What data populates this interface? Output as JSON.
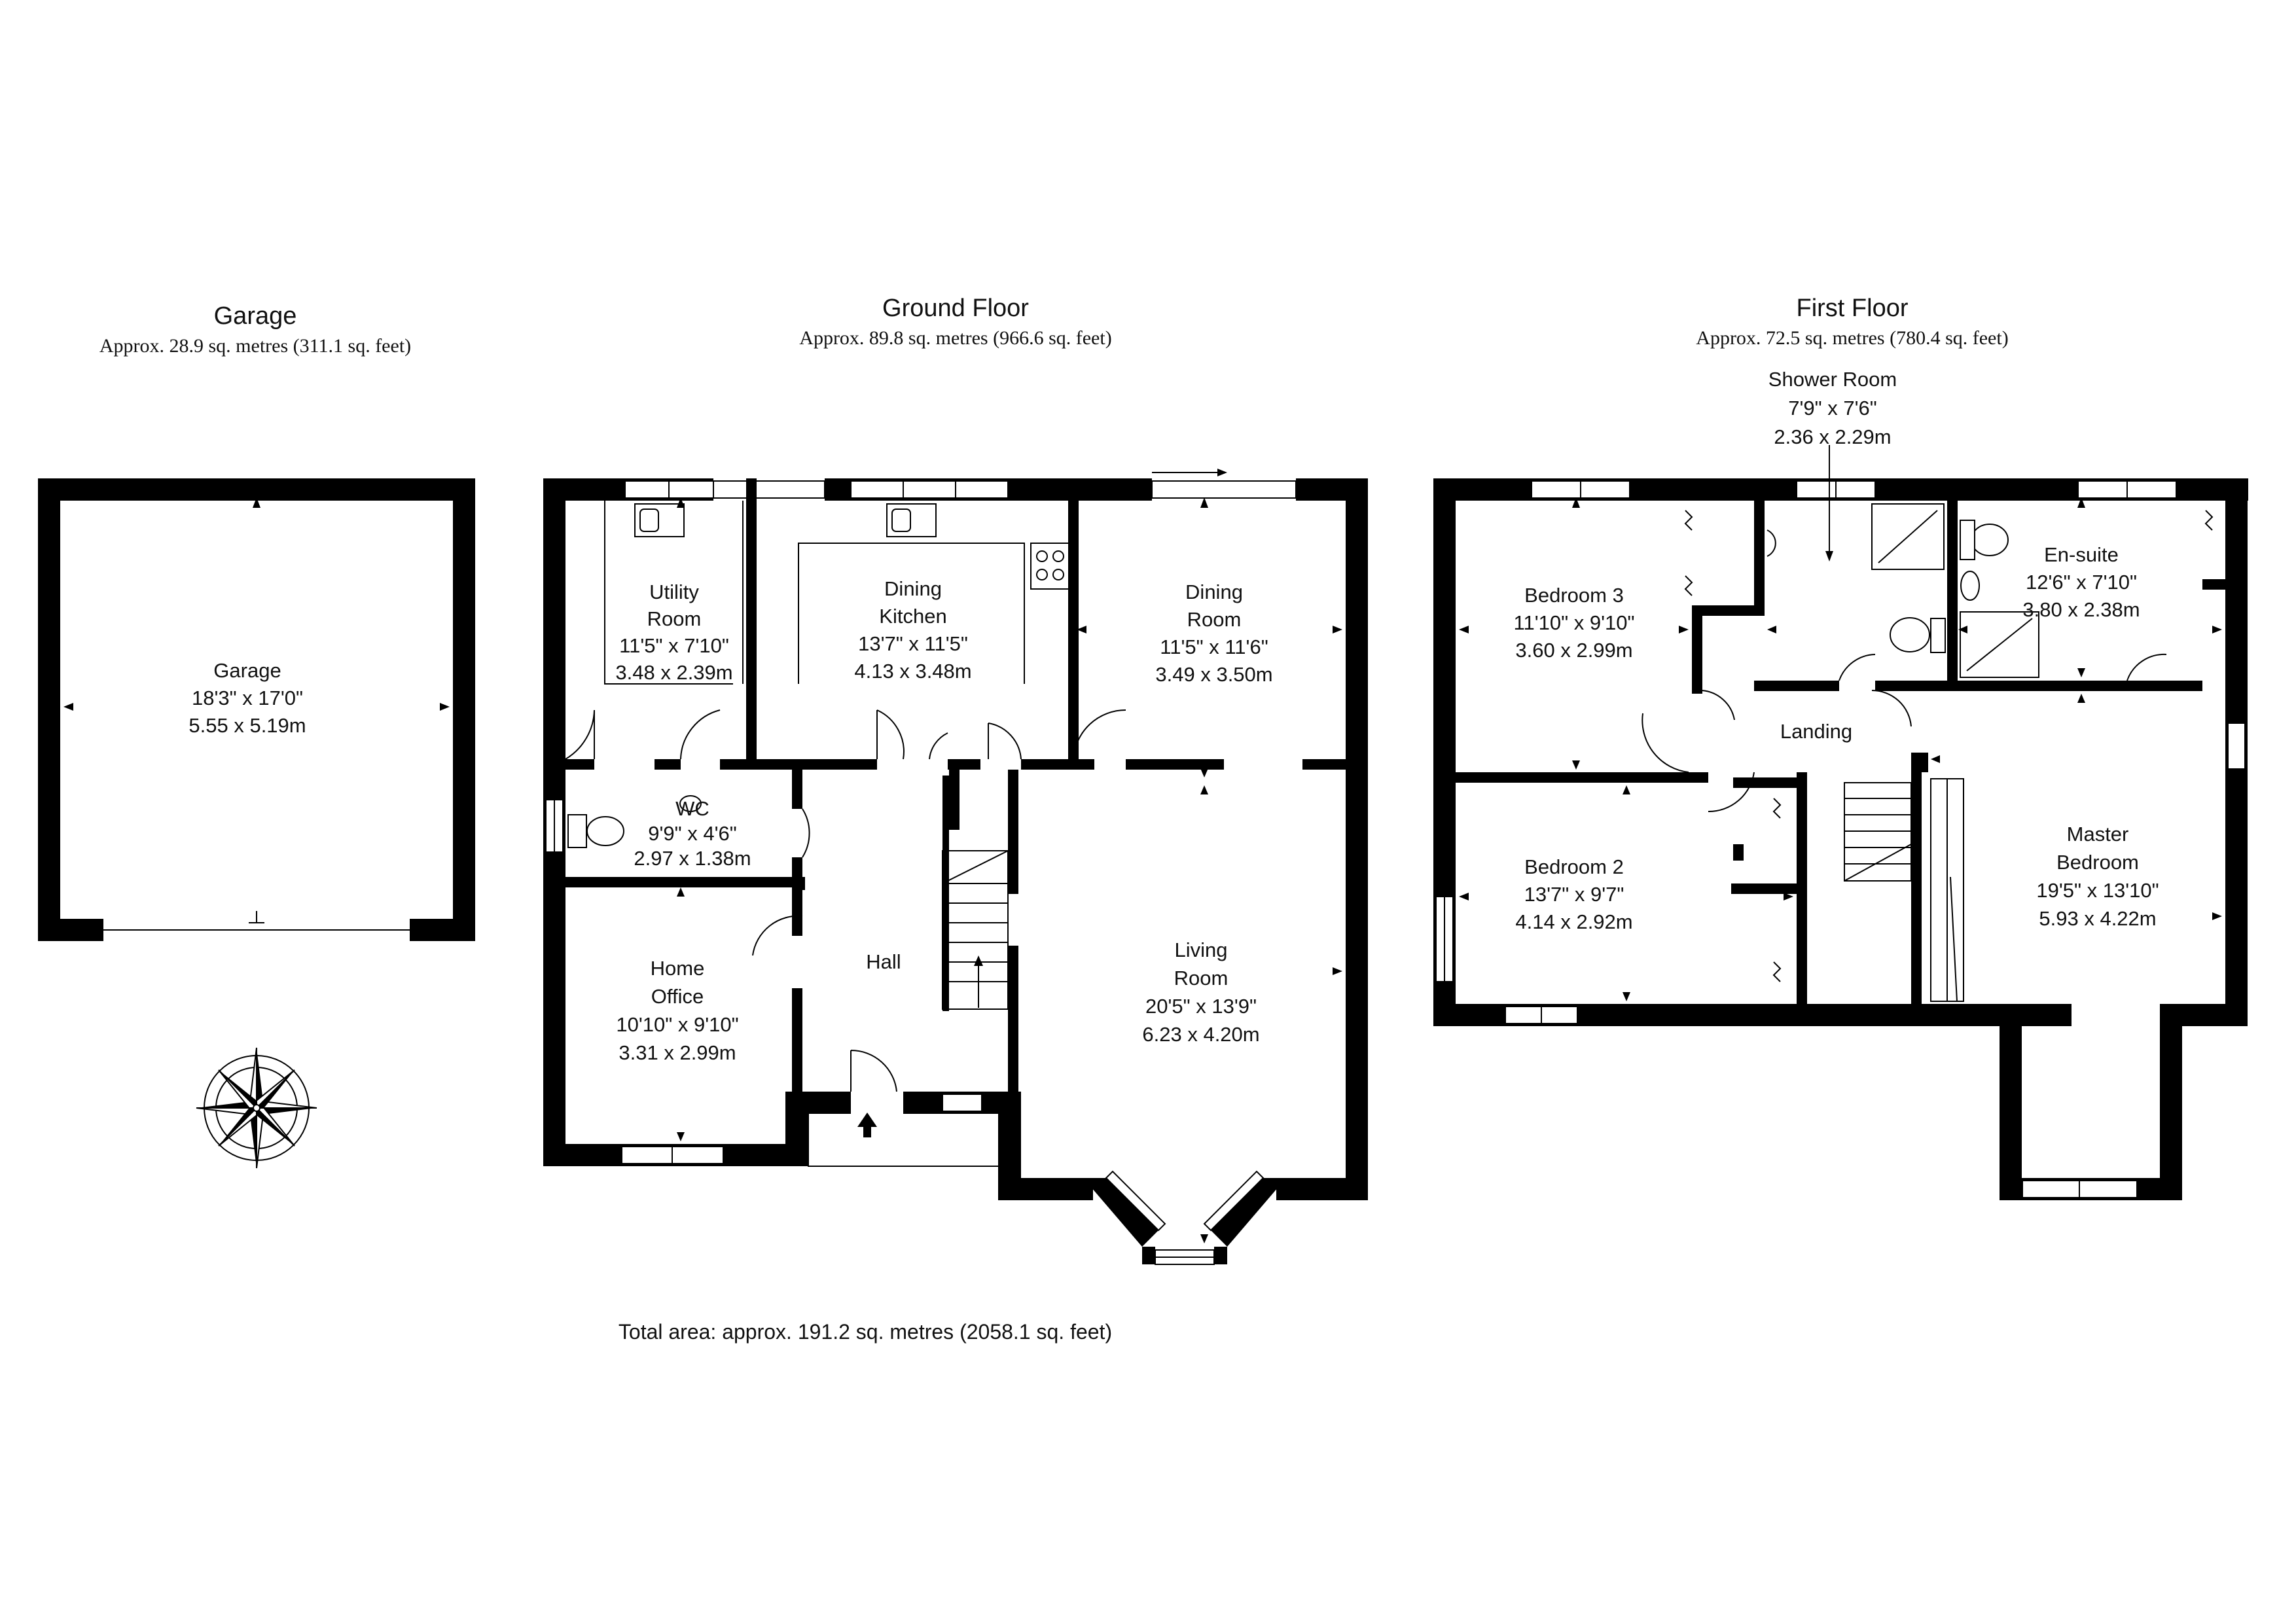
{
  "garage": {
    "title": "Garage",
    "area": "Approx. 28.9 sq. metres (311.1 sq. feet)",
    "rooms": [
      {
        "id": "garage",
        "lines": [
          "Garage",
          "18'3\" x 17'0\"",
          "5.55 x 5.19m"
        ]
      }
    ]
  },
  "ground_floor": {
    "title": "Ground Floor",
    "area": "Approx. 89.8 sq. metres (966.6 sq. feet)",
    "rooms": [
      {
        "id": "utility-room",
        "lines": [
          "Utility",
          "Room",
          "11'5\" x 7'10\"",
          "3.48 x 2.39m"
        ]
      },
      {
        "id": "dining-kitchen",
        "lines": [
          "Dining",
          "Kitchen",
          "13'7\" x 11'5\"",
          "4.13 x 3.48m"
        ]
      },
      {
        "id": "dining-room",
        "lines": [
          "Dining",
          "Room",
          "11'5\" x 11'6\"",
          "3.49 x 3.50m"
        ]
      },
      {
        "id": "wc",
        "lines": [
          "WC",
          "9'9\" x 4'6\"",
          "2.97 x 1.38m"
        ]
      },
      {
        "id": "hall",
        "lines": [
          "Hall"
        ]
      },
      {
        "id": "home-office",
        "lines": [
          "Home",
          "Office",
          "10'10\" x 9'10\"",
          "3.31 x 2.99m"
        ]
      },
      {
        "id": "living-room",
        "lines": [
          "Living",
          "Room",
          "20'5\" x 13'9\"",
          "6.23 x 4.20m"
        ]
      }
    ]
  },
  "first_floor": {
    "title": "First Floor",
    "area": "Approx. 72.5 sq. metres (780.4 sq. feet)",
    "rooms": [
      {
        "id": "shower-room",
        "lines": [
          "Shower Room",
          "7'9\" x 7'6\"",
          "2.36 x 2.29m"
        ]
      },
      {
        "id": "bedroom-3",
        "lines": [
          "Bedroom 3",
          "11'10\" x 9'10\"",
          "3.60 x 2.99m"
        ]
      },
      {
        "id": "en-suite",
        "lines": [
          "En-suite",
          "12'6\" x 7'10\"",
          "3.80 x 2.38m"
        ]
      },
      {
        "id": "landing",
        "lines": [
          "Landing"
        ]
      },
      {
        "id": "bedroom-2",
        "lines": [
          "Bedroom 2",
          "13'7\" x 9'7\"",
          "4.14 x 2.92m"
        ]
      },
      {
        "id": "master-bedroom",
        "lines": [
          "Master",
          "Bedroom",
          "19'5\" x 13'10\"",
          "5.93 x 4.22m"
        ]
      }
    ]
  },
  "total_area": "Total area: approx. 191.2 sq. metres (2058.1 sq. feet)",
  "compass_icon": "compass-rose-icon",
  "colors": {
    "walls": "#000000",
    "background": "#ffffff"
  }
}
